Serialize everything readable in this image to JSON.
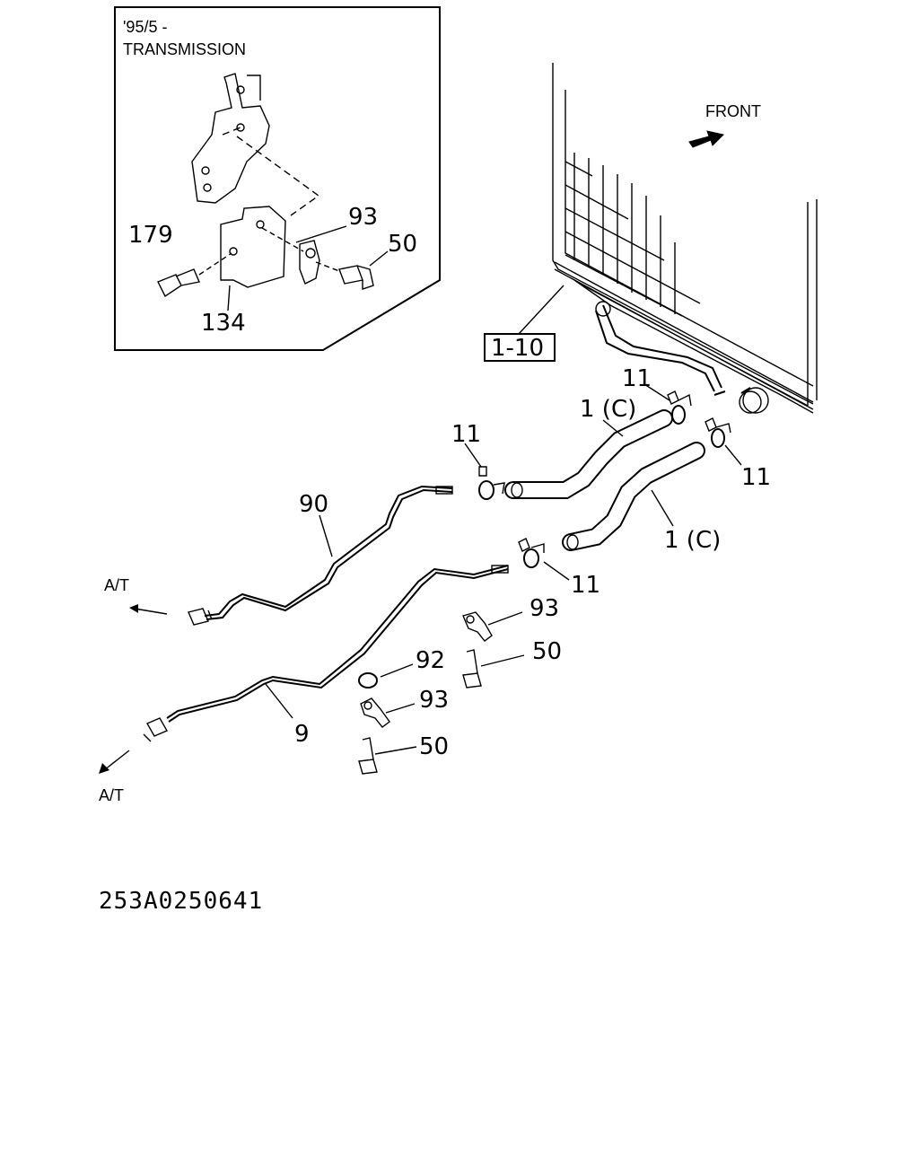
{
  "inset": {
    "date_code": "'95/5 -",
    "title": "TRANSMISSION",
    "parts": [
      "179",
      "93",
      "50",
      "134"
    ]
  },
  "ref_box": "1-10",
  "direction_label": "FRONT",
  "callouts": {
    "clamp_top_right": "11",
    "clamp_right_lower": "11",
    "clamp_top_left": "11",
    "clamp_lower": "11",
    "hose_upper": "1 (C)",
    "hose_lower": "1 (C)",
    "pipe_upper": "90",
    "pipe_lower": "9",
    "clip_a": "93",
    "bolt_a": "50",
    "nut": "92",
    "clip_b": "93",
    "bolt_b": "50"
  },
  "at_labels": [
    "A/T",
    "A/T"
  ],
  "figure_code": "253A0250641"
}
